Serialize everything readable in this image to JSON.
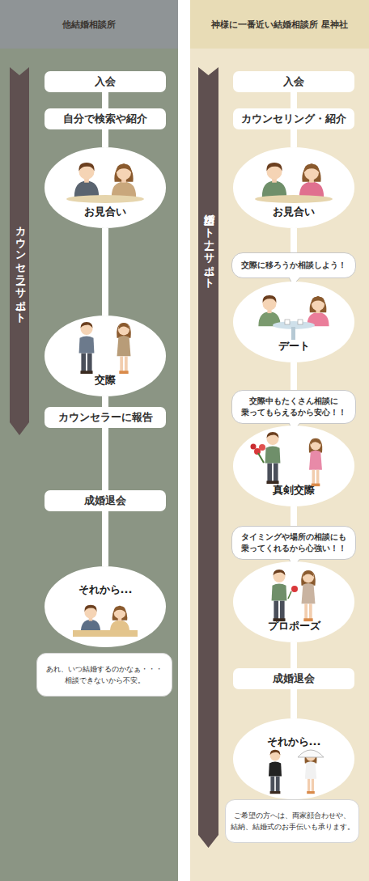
{
  "diagram": {
    "nodes": [
      {
        "text": [
          "他結婚相談所"
        ]
      },
      {
        "text": [
          "カウンセラーサポート"
        ],
        "in": 0
      },
      {
        "text": [
          "入会"
        ],
        "in": 0
      },
      {
        "text": [
          "自分で検索や紹介"
        ],
        "in": 0
      },
      {
        "text": [
          "お見合い"
        ],
        "in": 0
      },
      {
        "text": [
          "交際"
        ],
        "in": 0
      },
      {
        "text": [
          "カウンセラーに報告"
        ],
        "in": 0
      },
      {
        "text": [
          "成婚退会"
        ],
        "in": 0
      },
      {
        "text": [
          "それから..."
        ],
        "in": 0
      },
      {
        "text": [
          "あれ、いつ結婚するのかなぁ・・・ 相談できないから不安。"
        ],
        "in": 0
      },
      {
        "text": [
          "神様に一番近い結婚相談所 星神社"
        ]
      },
      {
        "text": [
          "婚活パートナーサポート"
        ],
        "in": 10
      },
      {
        "text": [
          "入会"
        ],
        "in": 10
      },
      {
        "text": [
          "カウンセリング・紹介"
        ],
        "in": 10
      },
      {
        "text": [
          "お見合い"
        ],
        "in": 10
      },
      {
        "text": [
          "交際に移ろうか相談しよう！"
        ],
        "in": 10
      },
      {
        "text": [
          "デート"
        ],
        "in": 10
      },
      {
        "text": [
          "交際中もたくさん相談に 乗ってもらえるから安心！！"
        ],
        "in": 10
      },
      {
        "text": [
          "真剣交際"
        ],
        "in": 10
      },
      {
        "text": [
          "タイミングや場所の相談にも 乗ってくれるから心強い！！"
        ],
        "in": 10
      },
      {
        "text": [
          "プロポーズ"
        ],
        "in": 10
      },
      {
        "text": [
          "成婚退会"
        ],
        "in": 10
      },
      {
        "text": [
          "それから..."
        ],
        "in": 10
      },
      {
        "text": [
          "ご希望の方へは、両家顔合わせや、 結納、結婚式のお手伝いも承ります。"
        ],
        "in": 10
      }
    ],
    "edges": [
      {
        "from": 2,
        "to": 3,
        "arrow": "none"
      },
      {
        "from": 3,
        "to": 4,
        "arrow": "none"
      },
      {
        "from": 4,
        "to": 5,
        "arrow": "none"
      },
      {
        "from": 5,
        "to": 6,
        "arrow": "none"
      },
      {
        "from": 6,
        "to": 7,
        "arrow": "none"
      },
      {
        "from": 7,
        "to": 8,
        "arrow": "none"
      },
      {
        "from": 12,
        "to": 13,
        "arrow": "none"
      },
      {
        "from": 13,
        "to": 14,
        "arrow": "none"
      },
      {
        "from": 14,
        "to": 16,
        "arrow": "none"
      },
      {
        "from": 16,
        "to": 18,
        "arrow": "none"
      },
      {
        "from": 18,
        "to": 20,
        "arrow": "none"
      },
      {
        "from": 20,
        "to": 21,
        "arrow": "none"
      },
      {
        "from": 21,
        "to": 22,
        "arrow": "none"
      }
    ]
  }
}
